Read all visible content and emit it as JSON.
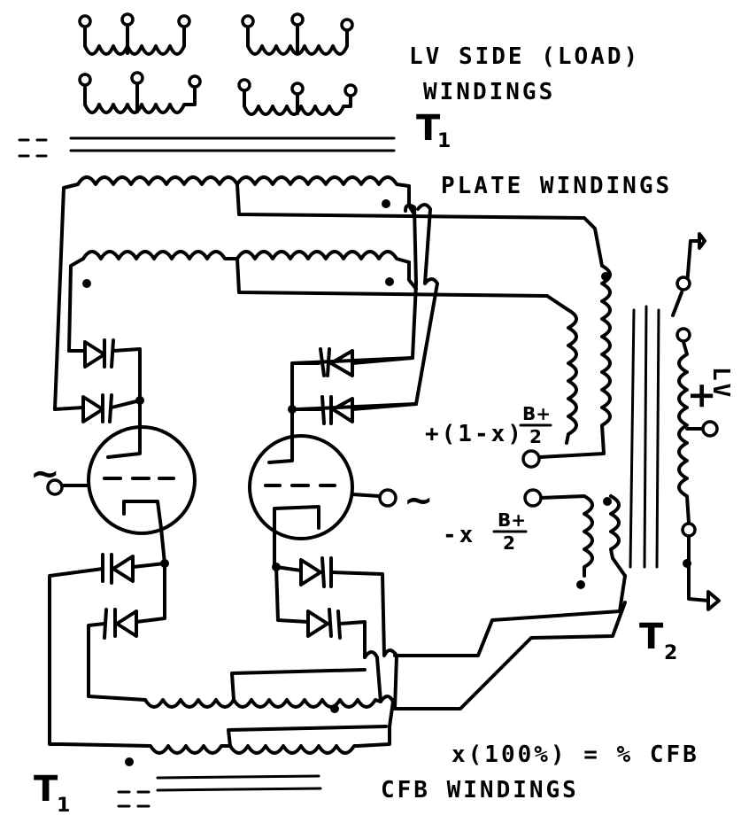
{
  "labels": {
    "lv_line1": "LV SIDE (LOAD)",
    "lv_line2": "WINDINGS",
    "t1_top": "T",
    "t1_top_sub": "1",
    "plate_windings": "PLATE WINDINGS",
    "plus_coeff": "+(1-x)",
    "minus_coeff": "-x",
    "b_over_2": "B+",
    "frac_den": "2",
    "lv_plus": "+",
    "lv": "LV",
    "t2": "T",
    "t2_sub": "2",
    "formula": "x(100%) = % CFB",
    "t1_bottom": "T",
    "t1_bottom_sub": "1",
    "cfb_windings": "CFB WINDINGS",
    "input_left": "~",
    "input_right": "~"
  }
}
